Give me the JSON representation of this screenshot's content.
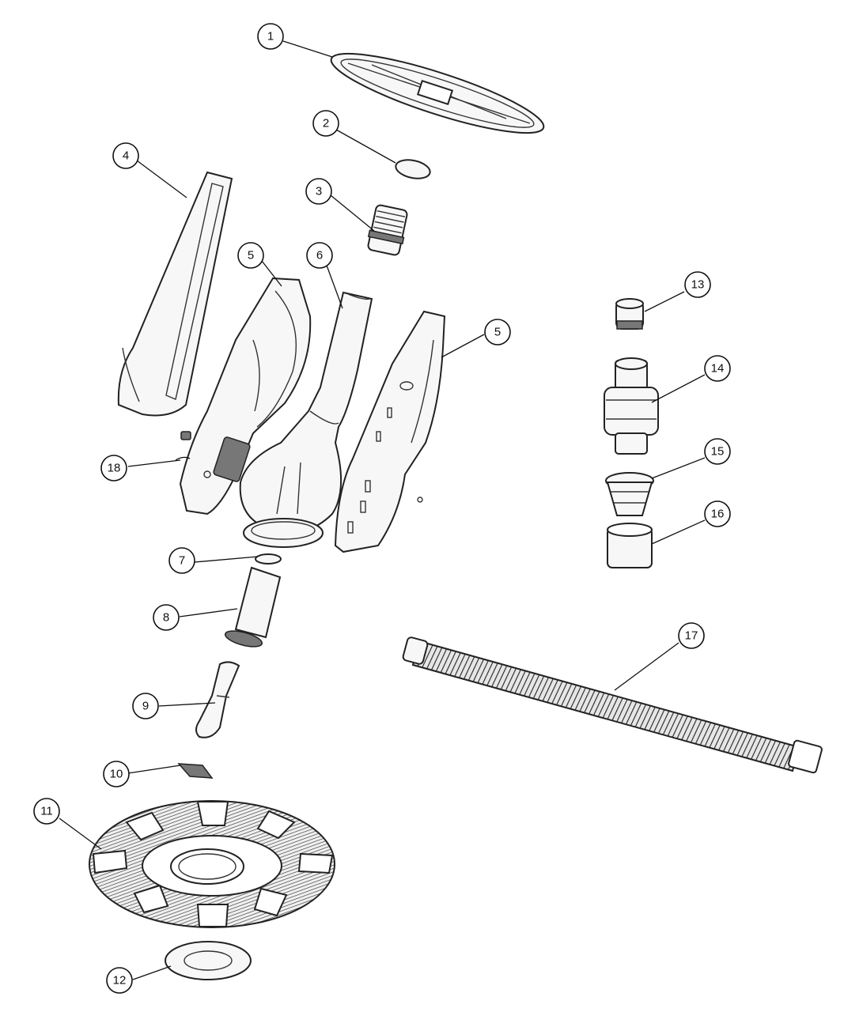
{
  "callouts": [
    "1",
    "2",
    "3",
    "4",
    "5",
    "6",
    "5",
    "7",
    "8",
    "9",
    "10",
    "11",
    "12",
    "13",
    "14",
    "15",
    "16",
    "17",
    "18"
  ],
  "colors": {
    "line": "#222222",
    "background": "#ffffff",
    "shade": "#777777"
  }
}
